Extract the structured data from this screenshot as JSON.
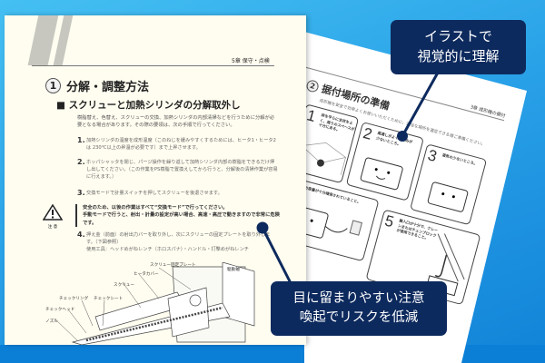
{
  "colors": {
    "callout_bg": "#0d2a5e",
    "background": "#2aa2e8",
    "left_page": "#fffdf0"
  },
  "callouts": {
    "top": {
      "line1": "イラストで",
      "line2": "視覚的に理解"
    },
    "bottom": {
      "line1": "目に留まりやすい注意",
      "line2": "喚起でリスクを低減"
    }
  },
  "left_page": {
    "chapter": "5章 保守・点検",
    "section_num": "1",
    "section_title": "分解・調整方法",
    "subsection_title": "■ スクリューと加熱シリンダの分解取外し",
    "intro": "樹脂替え、色替え、スクリューの交換、加熱シリンダの内部清掃などを行うために分解が必要となる場合があります。その際の要領は、次の手順で行ってください。",
    "steps": [
      {
        "num": "1.",
        "text": "加熱シリンダの温度を成形温度（このねじを緩みやすくするためには、ヒータ1・ヒータ2は 230℃以上の昇温が必要です）まで上昇させます。"
      },
      {
        "num": "2.",
        "text": "ホッパシャッタを閉じ、パージ操作を繰り返して加熱シリンダ内部の樹脂をできるだけ押し出してください。（この作業をPS樹脂で置換えしてから行うと、分解後の清掃作業が容易に行えます。）"
      },
      {
        "num": "3.",
        "text": "交換モードで計量スイッチを押してスクリューを後退させます。"
      },
      {
        "num": "4.",
        "text": "押え金（前面）の射出力バーを取り外し、次にスクリューの固定プレートを取り外します。（下図参照）",
        "tools": "使用工具：ヘッドめがねレンチ（ホロスパナ）・ハンドル・打撃めがねレンチ"
      }
    ],
    "warning": {
      "icon": "warning-triangle-icon",
      "label": "注 意",
      "line1": "安全のため、以後の作業はすべて“交換モード”で行ってください。",
      "line2": "手動モードで行うと、射出・計量の設定が高い場合、高速・高圧で動きますので非常に危険です。"
    },
    "diagram_labels": [
      "スクリュー固定プレート",
      "駆動軸",
      "ヒータカバー",
      "スクリュー",
      "チェックリング",
      "チェックシート",
      "チェックヘッド",
      "ノズル"
    ]
  },
  "right_page": {
    "chapter": "3章 成形機の据付",
    "section_num": "2",
    "section_title": "据付場所の準備",
    "intro": "成形機を安全で効率よくお使いいただくために、適当な場所を選定できる様ご準備ください。",
    "panels": [
      {
        "num": "1",
        "text": "床を平らに支柱をよく、周りのスペースが十分にある。"
      },
      {
        "num": "2",
        "text": "風通しがよく、ごみが少ないところ。"
      },
      {
        "num": "3",
        "text": "湿気の少ないところ。"
      },
      {
        "num": "4",
        "text": "電源の容量が十分確保されていること。"
      },
      {
        "num": "5",
        "text": "搬入口が十分で、クレーンまたはチェンブロックが使用できること。"
      }
    ]
  }
}
